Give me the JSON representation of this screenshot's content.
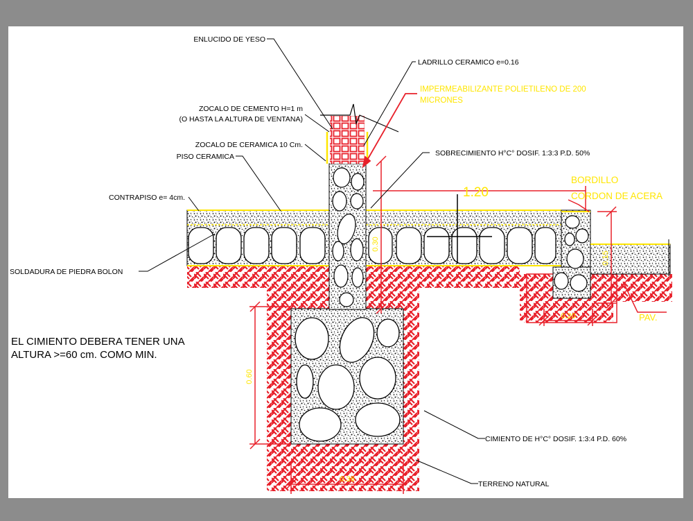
{
  "labels": {
    "enlucido": "ENLUCIDO DE YESO",
    "ladrillo": "LADRILLO CERAMICO e=0.16",
    "imperm_1": "IMPERMEABILIZANTE  POLIETILENO DE 200",
    "imperm_2": "MICRONES",
    "zocalo_cemento_1": "ZOCALO DE CEMENTO H=1 m",
    "zocalo_cemento_2": "(O HASTA LA ALTURA DE VENTANA)",
    "zocalo_ceramica": "ZOCALO DE CERAMICA 10 Cm.",
    "piso_ceramica": "PISO CERAMICA",
    "sobrecimiento": "SOBRECIMIENTO H°C° DOSIF. 1:3:3 P.D. 50%",
    "bordillo_1": "BORDILLO",
    "bordillo_2": "CORDON DE ACERA",
    "contrapiso": "CONTRAPISO  e= 4cm.",
    "soladura": "SOLDADURA DE PIEDRA BOLON",
    "pav": "PAV.",
    "nota_1": "EL CIMIENTO DEBERA TENER UNA",
    "nota_2": "ALTURA >=60 cm. COMO MIN.",
    "cimiento": "CIMIENTO DE H°C° DOSIF. 1:3:4 P.D. 60%",
    "terreno": "TERRENO NATURAL"
  },
  "dimensions": {
    "d_1_20": "1.20",
    "d_0_30": "0.30",
    "d_0_60": "0.60",
    "d_0_36": "0.36",
    "d_0_20": "0.20",
    "d_0_15": "0.15"
  },
  "colors": {
    "background": "#8c8c8c",
    "paper": "#ffffff",
    "soil_hatch": "#e8202a",
    "dimension": "#e8202a",
    "yellow_text": "#ffe600",
    "leader": "#000000"
  }
}
